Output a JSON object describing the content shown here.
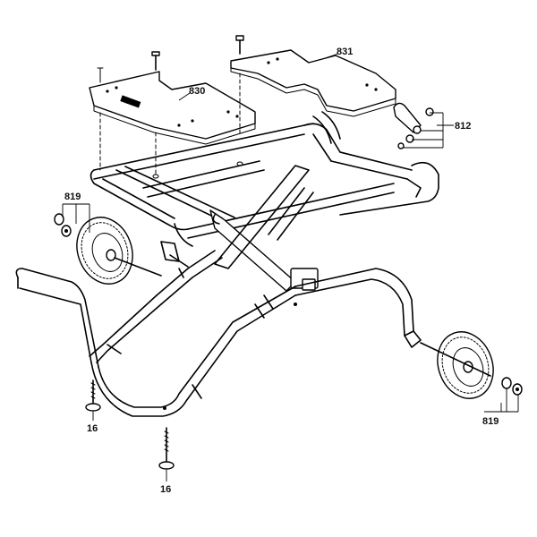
{
  "callouts": {
    "top_plate_right": "831",
    "top_plate_left": "830",
    "lever_kit": "812",
    "wheel_kit_left": "819",
    "wheel_kit_right": "819",
    "foot_left": "16",
    "foot_center": "16"
  },
  "colors": {
    "line": "#000000",
    "background": "#ffffff"
  }
}
